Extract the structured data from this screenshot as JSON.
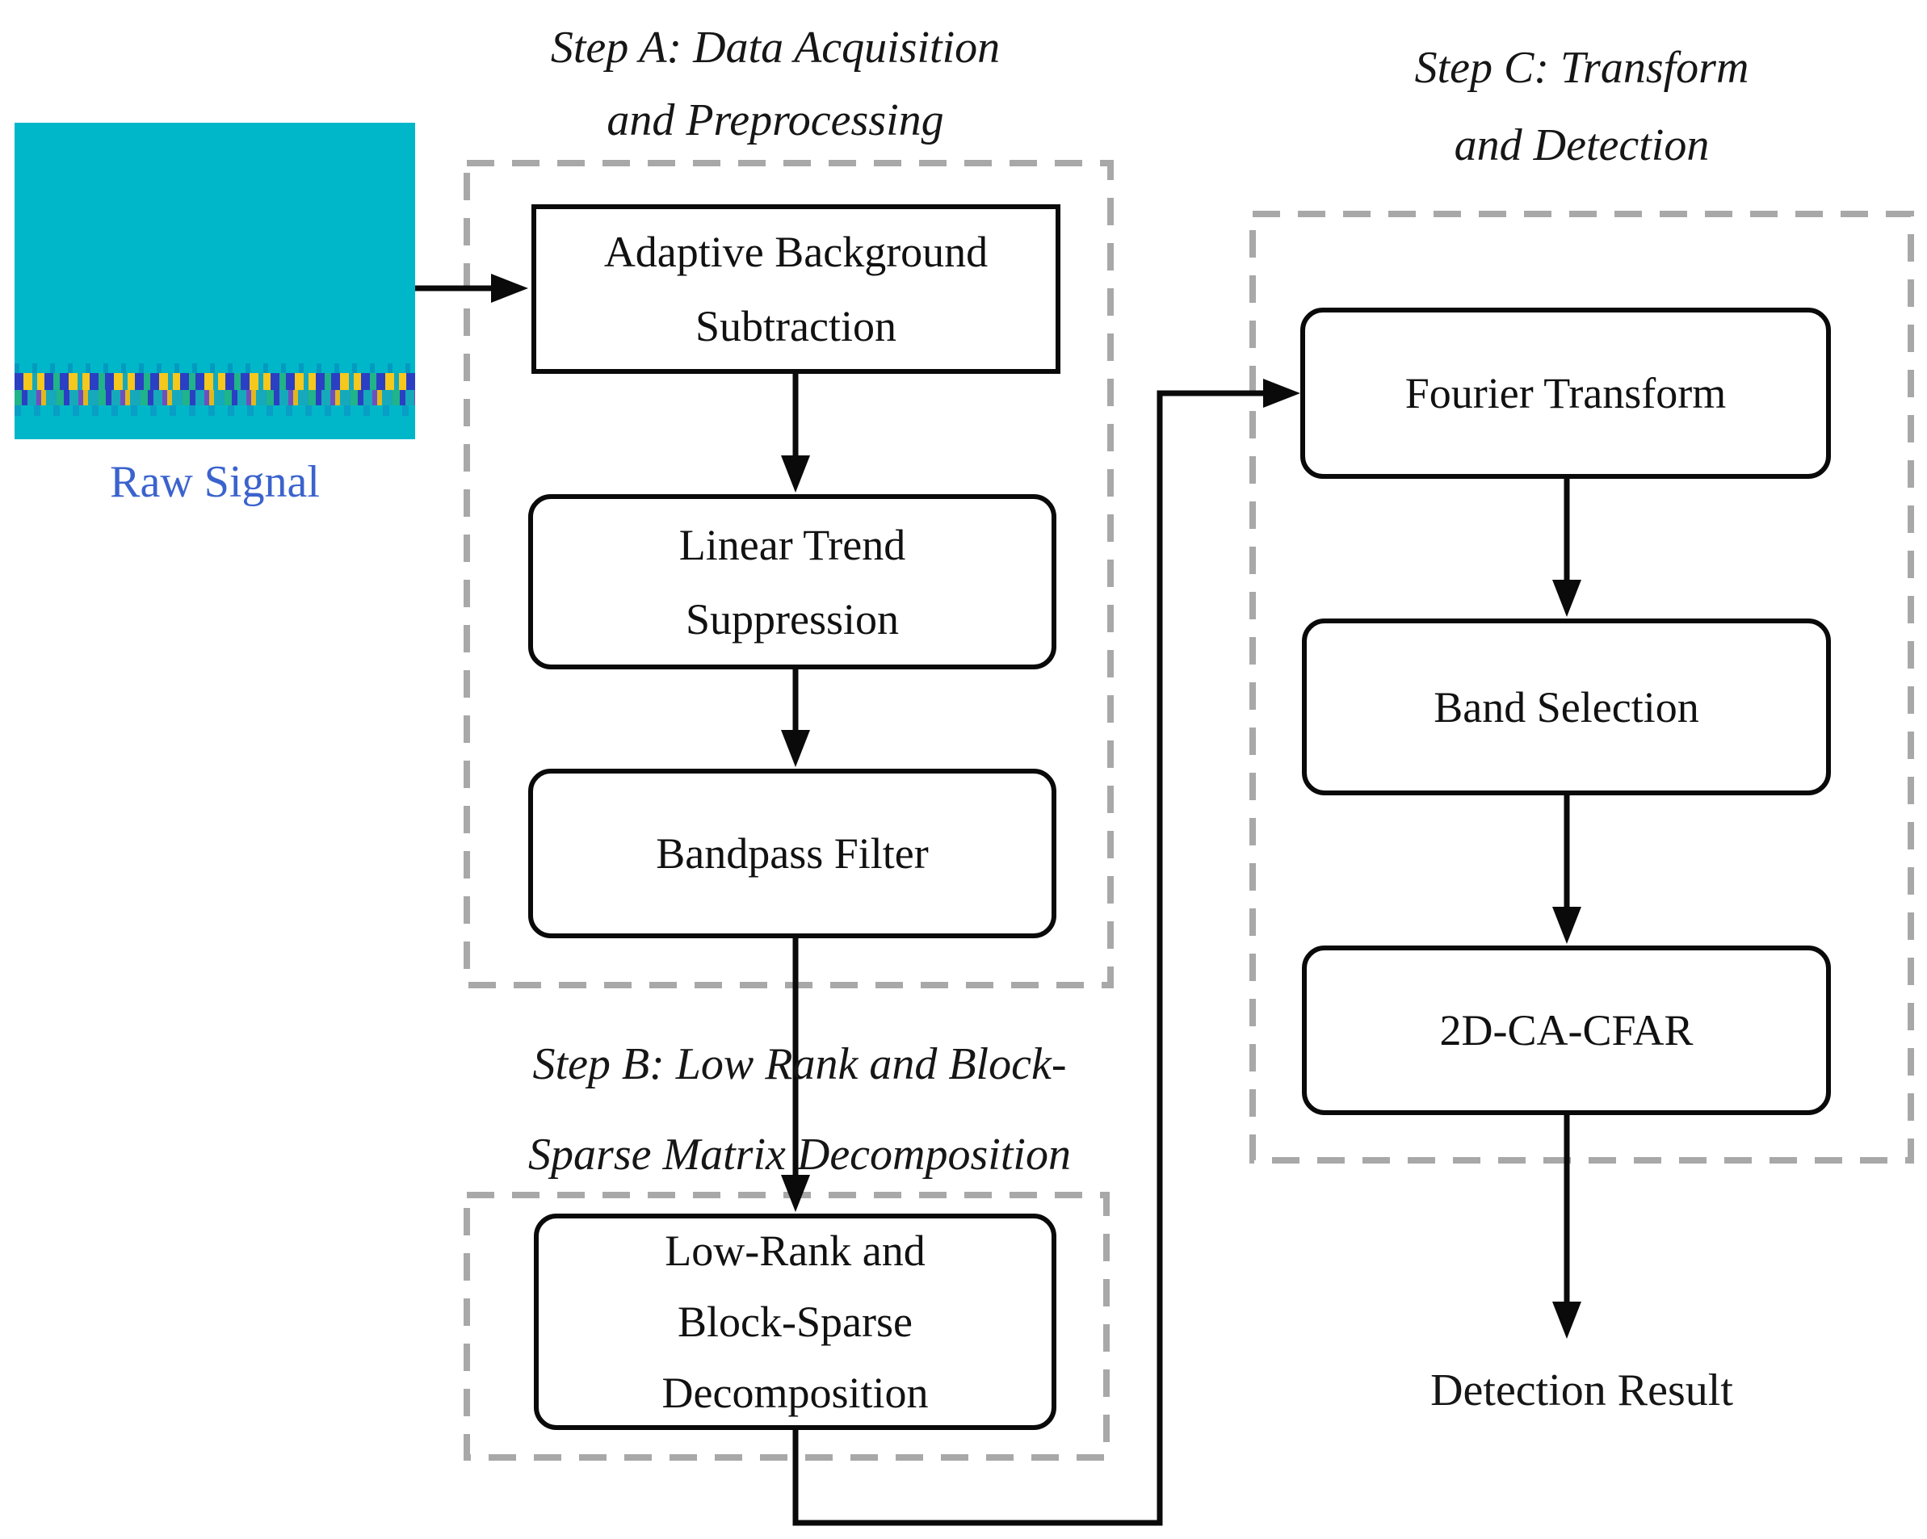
{
  "colors": {
    "teal": "#00b7c9",
    "raw-label-blue": "#3b63cd",
    "line-black": "#0a0a0a",
    "dash-gray": "#a8a8a8",
    "box-text": "#111111"
  },
  "raw_signal": {
    "label": "Raw Signal"
  },
  "detection": {
    "label": "Detection Result"
  },
  "step_a": {
    "title": [
      "Step A: Data Acquisition",
      "and Preprocessing"
    ],
    "nodes": {
      "adaptive_background_subtraction": [
        "Adaptive Background",
        "Subtraction"
      ],
      "linear_trend_suppression": [
        "Linear Trend",
        "Suppression"
      ],
      "bandpass_filter": [
        "Bandpass Filter"
      ]
    }
  },
  "step_b": {
    "title": [
      "Step B: Low Rank and Block-",
      "Sparse Matrix Decomposition"
    ],
    "nodes": {
      "low_rank_block_sparse_decomposition": [
        "Low-Rank and",
        "Block-Sparse",
        "Decomposition"
      ]
    }
  },
  "step_c": {
    "title": [
      "Step C: Transform",
      "and Detection"
    ],
    "nodes": {
      "fourier_transform": [
        "Fourier Transform"
      ],
      "band_selection": [
        "Band Selection"
      ],
      "two_d_ca_cfar": [
        "2D-CA-CFAR"
      ]
    }
  }
}
